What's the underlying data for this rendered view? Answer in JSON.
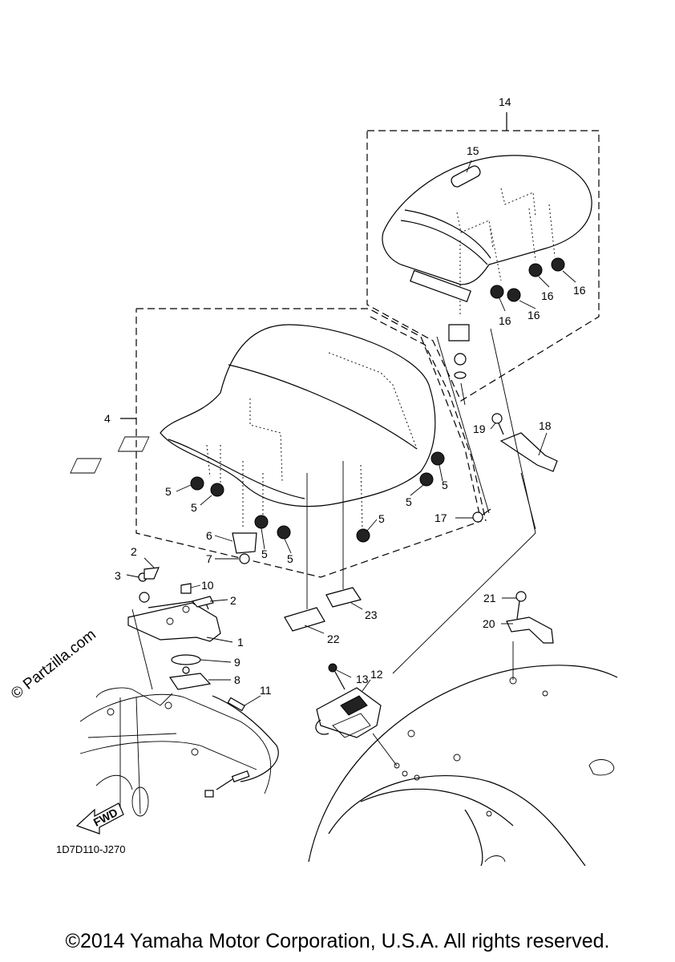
{
  "callouts": {
    "c1": "1",
    "c2a": "2",
    "c2b": "2",
    "c3": "3",
    "c4": "4",
    "c5a": "5",
    "c5b": "5",
    "c5c": "5",
    "c5d": "5",
    "c5e": "5",
    "c5f": "5",
    "c5g": "5",
    "c6": "6",
    "c7": "7",
    "c8": "8",
    "c9": "9",
    "c10": "10",
    "c11": "11",
    "c12": "12",
    "c13": "13",
    "c14": "14",
    "c15": "15",
    "c16a": "16",
    "c16b": "16",
    "c16c": "16",
    "c16d": "16",
    "c17": "17",
    "c18": "18",
    "c19": "19",
    "c20": "20",
    "c21": "21",
    "c22": "22",
    "c23": "23"
  },
  "diagram_code": "1D7D110-J270",
  "fwd_label": "FWD",
  "watermark": "© Partzilla.com",
  "copyright": "©2014 Yamaha Motor Corporation, U.S.A. All rights reserved."
}
